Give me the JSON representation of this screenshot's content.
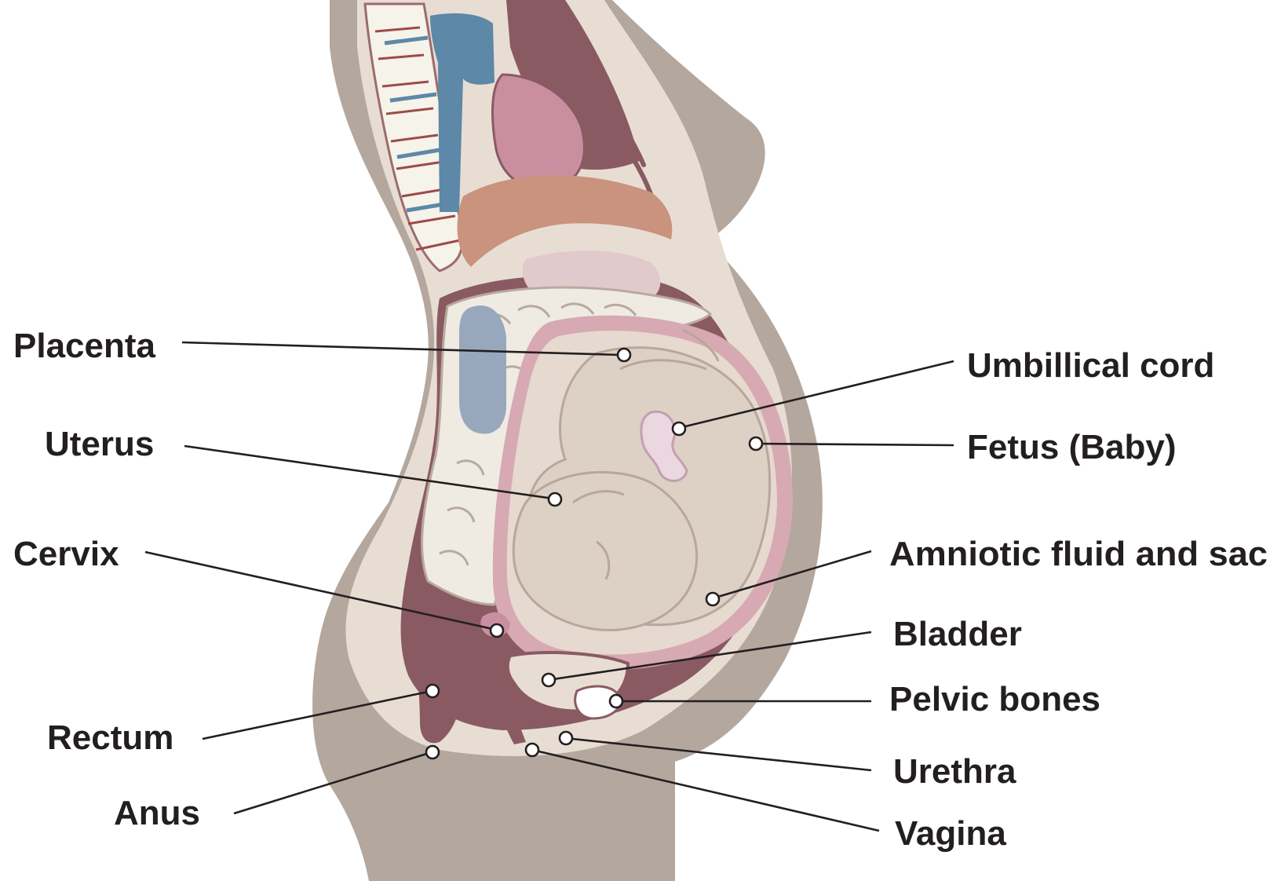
{
  "labels": {
    "placenta": "Placenta",
    "uterus": "Uterus",
    "cervix": "Cervix",
    "rectum": "Rectum",
    "anus": "Anus",
    "umbilical_cord": "Umbillical cord",
    "fetus": "Fetus (Baby)",
    "amniotic": "Amniotic fluid and sac",
    "bladder": "Bladder",
    "pelvic_bones": "Pelvic bones",
    "urethra": "Urethra",
    "vagina": "Vagina"
  },
  "colors": {
    "skin": "#b3a79e",
    "tissue": "#e8ddd3",
    "cavity": "#8a5a62",
    "uterine_wall": "#d7a9b3",
    "fetus": "#ddd0c4",
    "placenta": "#98a8bc",
    "intestine": "#f0ebe2",
    "liver": "#c9937e",
    "heart": "#c98fa1",
    "vessel": "#5d88a8",
    "bone": "#f6f3ea",
    "text": "#231f20"
  }
}
